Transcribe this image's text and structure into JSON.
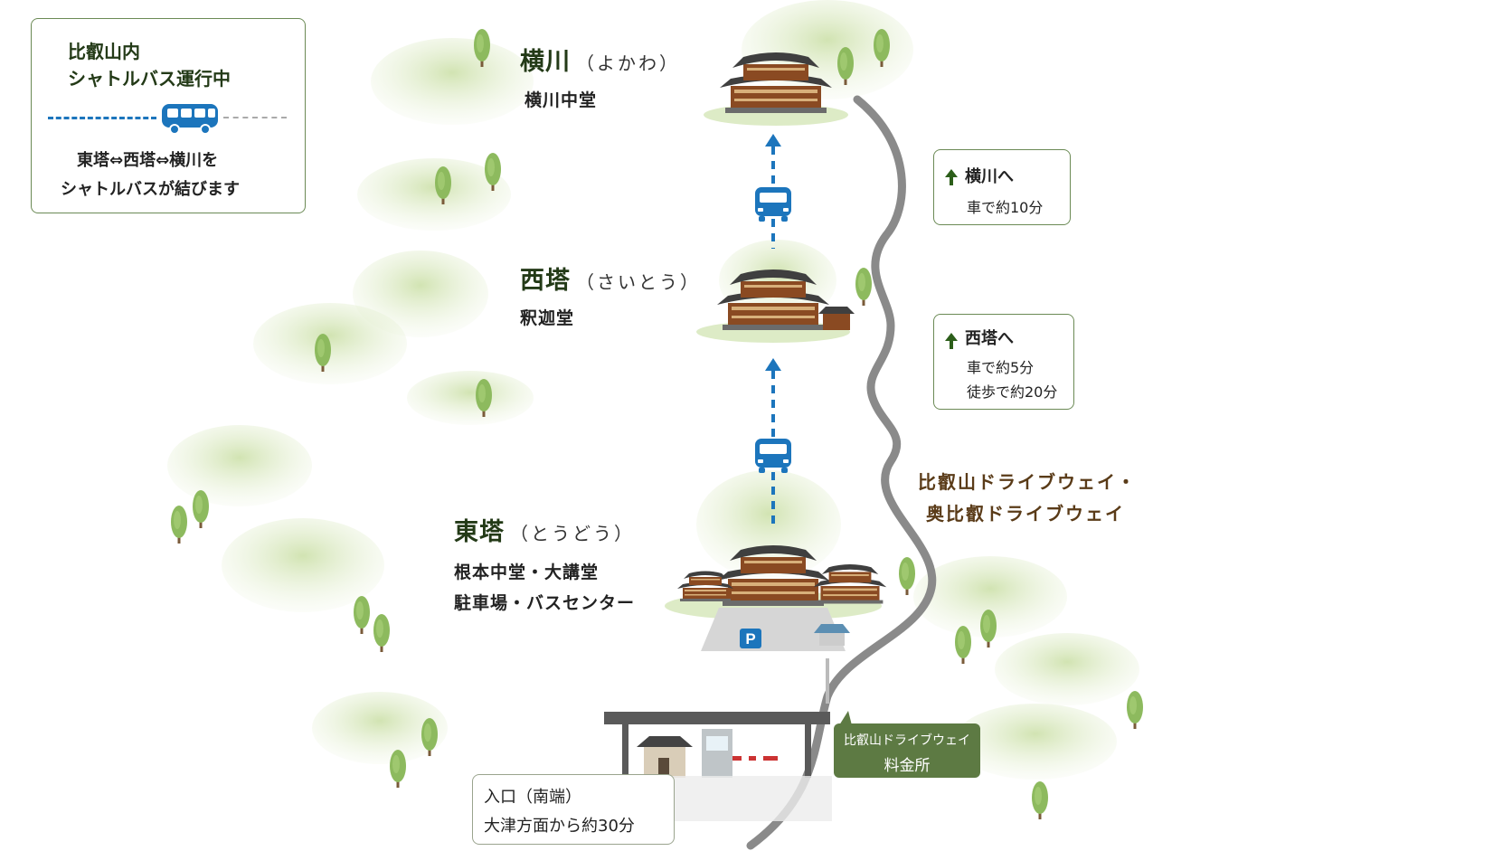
{
  "legend": {
    "title_line1": "比叡山内",
    "title_line2": "シャトルバス運行中",
    "desc_line1": "東塔⇔西塔⇔横川を",
    "desc_line2": "シャトルバスが結びます",
    "icon": "bus-icon",
    "dash_color": "#1c75bc"
  },
  "sites": {
    "yokawa": {
      "name": "横川",
      "reading": "（よかわ）",
      "sub": "横川中堂"
    },
    "saito": {
      "name": "西塔",
      "reading": "（さいとう）",
      "sub": "釈迦堂"
    },
    "todo": {
      "name": "東塔",
      "reading": "（とうどう）",
      "sub1": "根本中堂・大講堂",
      "sub2": "駐車場・バスセンター"
    }
  },
  "to_yokawa": {
    "title": "横川へ",
    "line1": "車で約10分"
  },
  "to_saito": {
    "title": "西塔へ",
    "line1": "車で約5分",
    "line2": "徒歩で約20分"
  },
  "route": {
    "line1": "比叡山ドライブウェイ・",
    "line2": "奥比叡ドライブウェイ"
  },
  "tollgate": {
    "line1": "比叡山ドライブウェイ",
    "line2": "料金所"
  },
  "entrance": {
    "line1": "入口（南端）",
    "line2": "大津方面から約30分"
  },
  "parking_sign": "P",
  "colors": {
    "road": "#8a8a8a",
    "bus_blue": "#1c75bc",
    "hill_green": "#dfeccb",
    "tree_green": "#8dba5e",
    "title_green": "#233a17",
    "route_brown": "#5a3b18",
    "toll_bg": "#5d7a43"
  }
}
